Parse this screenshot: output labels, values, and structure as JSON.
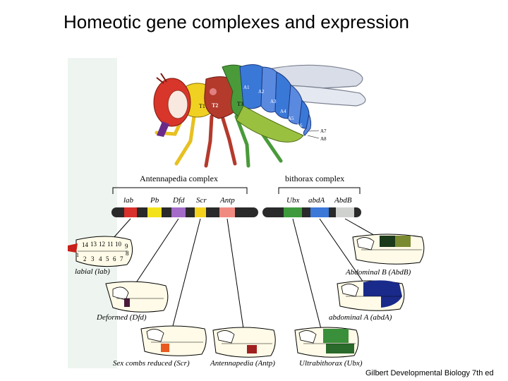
{
  "slide": {
    "title": "Homeotic gene complexes and expression",
    "credit": "Gilbert Developmental Biology 7th ed"
  },
  "fly": {
    "thorax_labels": [
      "T1",
      "T2",
      "T3"
    ],
    "abdomen_labels": [
      "A1",
      "A2",
      "A3",
      "A4",
      "A5",
      "A6",
      "A7",
      "A8"
    ]
  },
  "complexes": {
    "antennapedia": "Antennapedia complex",
    "bithorax": "bithorax complex"
  },
  "genes": [
    {
      "symbol": "lab",
      "color": "#d9302b"
    },
    {
      "symbol": "Pb",
      "color": "#f2e21a"
    },
    {
      "symbol": "Dfd",
      "color": "#a46bc9"
    },
    {
      "symbol": "Scr",
      "color": "#f4d21c"
    },
    {
      "symbol": "Antp",
      "color": "#f08a80"
    },
    {
      "symbol": "Ubx",
      "color": "#3f9a3c"
    },
    {
      "symbol": "abdA",
      "color": "#3b78d8"
    },
    {
      "symbol": "AbdB",
      "color": "#cfd1cf"
    }
  ],
  "embryos": {
    "lab": {
      "caption": "labial (lab)",
      "segment_numbers": [
        "14",
        "13",
        "12",
        "11",
        "10",
        "9",
        "8",
        "7",
        "2",
        "3",
        "4",
        "5",
        "6",
        "1"
      ]
    },
    "dfd": {
      "caption": "Deformed (Dfd)"
    },
    "scr": {
      "caption": "Sex combs reduced (Scr)"
    },
    "antp": {
      "caption": "Antennapedia (Antp)"
    },
    "ubx": {
      "caption": "Ultrabithorax (Ubx)"
    },
    "abda": {
      "caption": "abdominal A (abdA)"
    },
    "abdb": {
      "caption": "Abdominal B (AbdB)"
    }
  },
  "colors": {
    "head": "#d8352b",
    "t1": "#f0d020",
    "t2": "#b43a2c",
    "t3": "#4a9a3a",
    "abdomen_blue": "#4a78d8",
    "abdomen_green": "#3a8f3a",
    "dark_green": "#1a3a1a",
    "olive": "#7a8a30",
    "dark_blue": "#1a2a8a"
  }
}
